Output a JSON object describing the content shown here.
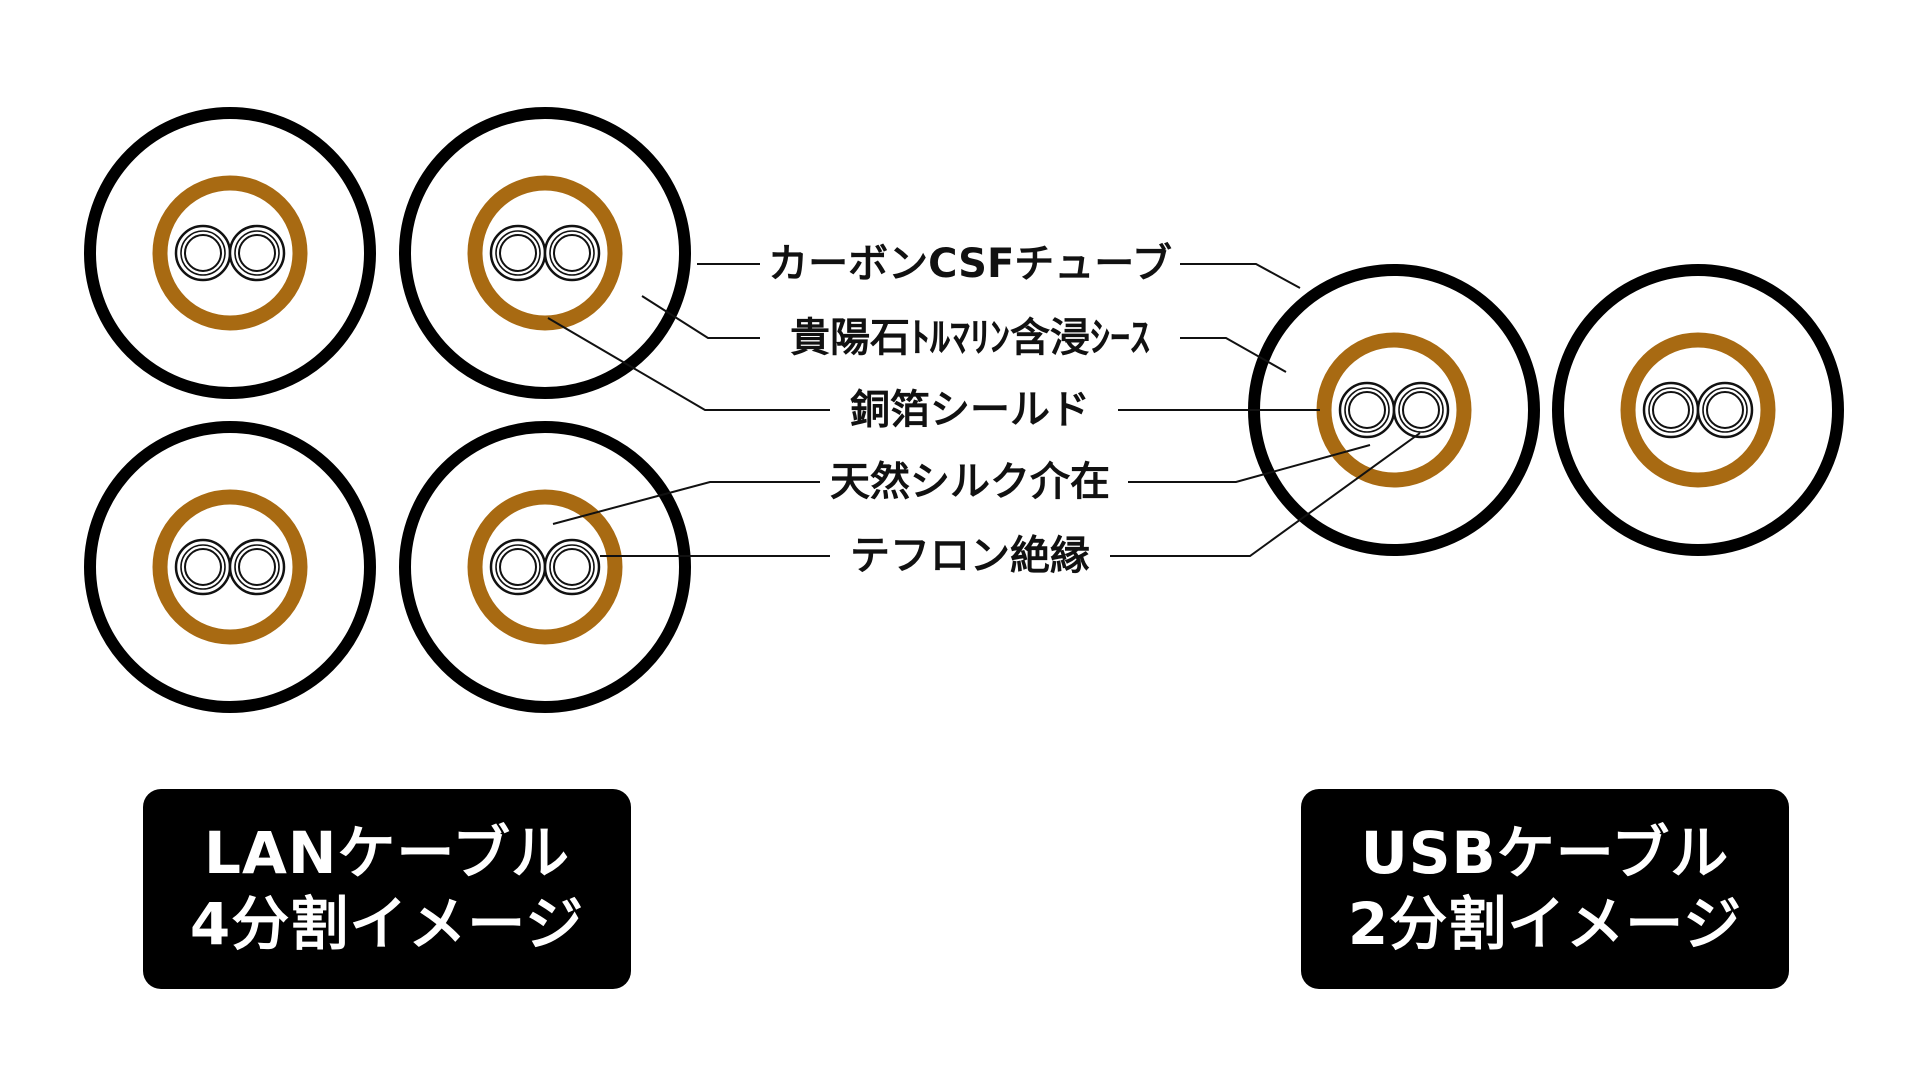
{
  "colors": {
    "jacket": "#000000",
    "shield": "#a86a12",
    "background": "#ffffff",
    "badge": "#000000",
    "badge_text": "#ffffff"
  },
  "labels": [
    "カーボンCSFチューブ",
    "貴陽石ﾄﾙﾏﾘﾝ含浸ｼｰｽ",
    "銅箔シールド",
    "天然シルク介在",
    "テフロン絶縁"
  ],
  "badges": {
    "lan": {
      "line1": "LANケーブル",
      "line2": "4分割イメージ"
    },
    "usb": {
      "line1": "USBケーブル",
      "line2": "2分割イメージ"
    }
  }
}
